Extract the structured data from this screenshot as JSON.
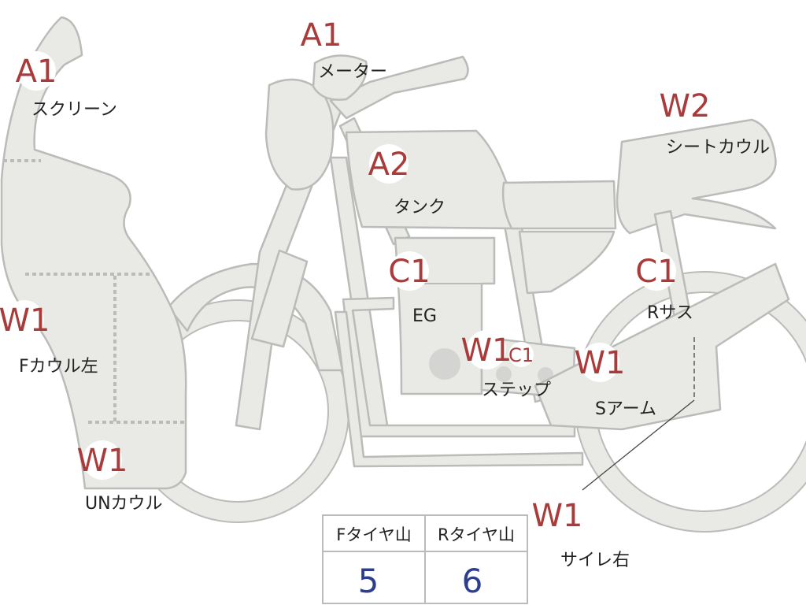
{
  "markers": [
    {
      "id": "screen",
      "code": "A1",
      "label": "スクリーン"
    },
    {
      "id": "meter",
      "code": "A1",
      "label": "メーター"
    },
    {
      "id": "tank",
      "code": "A2",
      "label": "タンク"
    },
    {
      "id": "seat-cowl",
      "code": "W2",
      "label": "シートカウル"
    },
    {
      "id": "engine",
      "code": "C1",
      "label": "EG"
    },
    {
      "id": "rear-susp",
      "code": "C1",
      "label": "Rサス"
    },
    {
      "id": "f-cowl-left",
      "code": "W1",
      "label": "Fカウル左"
    },
    {
      "id": "step",
      "code": "W1",
      "code2": "C1",
      "label": "ステップ"
    },
    {
      "id": "swing-arm",
      "code": "W1",
      "label": "Sアーム"
    },
    {
      "id": "under-cowl",
      "code": "W1",
      "label": "UNカウル"
    },
    {
      "id": "muffler-r",
      "code": "W1",
      "label": "サイレ右"
    }
  ],
  "tire_table": {
    "headers": [
      "Fタイヤ山",
      "Rタイヤ山"
    ],
    "values": [
      "5",
      "6"
    ]
  },
  "colors": {
    "part_fill": "#e9eae6",
    "part_outline": "#b9bcb8",
    "code_color": "#a93b3b",
    "value_color": "#2d3f8c"
  }
}
